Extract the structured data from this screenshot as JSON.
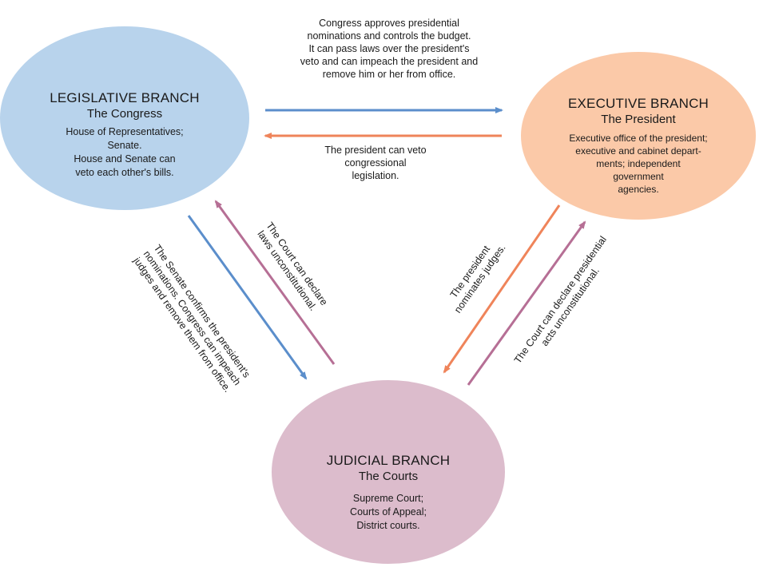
{
  "colors": {
    "blue": "#5b8ecb",
    "orange": "#ef845a",
    "purple": "#b66f95",
    "legislative_fill": "#b8d3ec",
    "executive_fill": "#fbc9a8",
    "judicial_fill": "#dcbccc"
  },
  "legislative": {
    "title": "LEGISLATIVE BRANCH",
    "subtitle": "The Congress",
    "lines": [
      "House of Representatives;",
      "Senate.",
      "House and Senate can",
      "veto each other's bills."
    ]
  },
  "executive": {
    "title": "EXECUTIVE BRANCH",
    "subtitle": "The President",
    "lines": [
      "Executive office of the president;",
      "executive and cabinet depart-",
      "ments; independent",
      "government",
      "agencies."
    ]
  },
  "judicial": {
    "title": "JUDICIAL BRANCH",
    "subtitle": "The  Courts",
    "lines": [
      "Supreme Court;",
      "Courts of Appeal;",
      "District courts."
    ]
  },
  "relations": {
    "congress_to_president": [
      "Congress approves presidential",
      "nominations and controls the budget.",
      "It can pass laws over the president's",
      "veto and can impeach the president and",
      "remove him or her from office."
    ],
    "president_to_congress": [
      "The president can veto",
      "congressional",
      "legislation."
    ],
    "senate_to_courts": [
      "The Senate confirms the president's",
      "nominations. Congress can impeach",
      "judges and remove them from office."
    ],
    "courts_to_congress": [
      "The Court can declare",
      "laws unconstitutional."
    ],
    "president_to_courts": [
      "The president",
      "nominates judges."
    ],
    "courts_to_president": [
      "The Court can declare presidential",
      "acts unconstitutional."
    ]
  }
}
